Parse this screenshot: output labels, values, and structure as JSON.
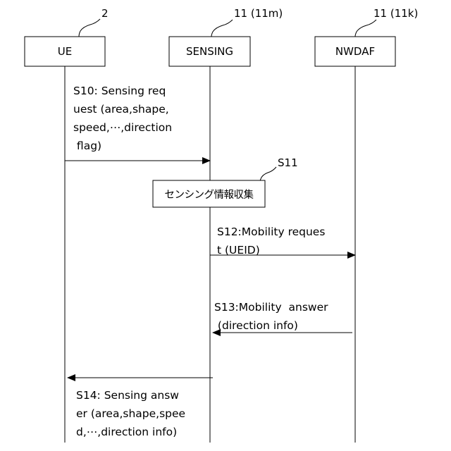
{
  "entities": {
    "ue": {
      "label": "UE",
      "ref": "2"
    },
    "sensing": {
      "label": "SENSING",
      "ref": "11 (11m)"
    },
    "nwdaf": {
      "label": "NWDAF",
      "ref": "11 (11k)"
    }
  },
  "messages": {
    "s10": {
      "lines": [
        "S10: Sensing req",
        "uest (area,shape,",
        "speed,⋯,direction",
        " flag)"
      ]
    },
    "s11": {
      "ref": "S11",
      "label": "センシング情報収集"
    },
    "s12": {
      "lines": [
        "S12:Mobility reques",
        "t (UEID)"
      ]
    },
    "s13": {
      "lines": [
        "S13:Mobility  answer",
        " (direction info)"
      ]
    },
    "s14": {
      "lines": [
        "S14: Sensing answ",
        "er (area,shape,spee",
        "d,⋯,direction info)"
      ]
    }
  }
}
